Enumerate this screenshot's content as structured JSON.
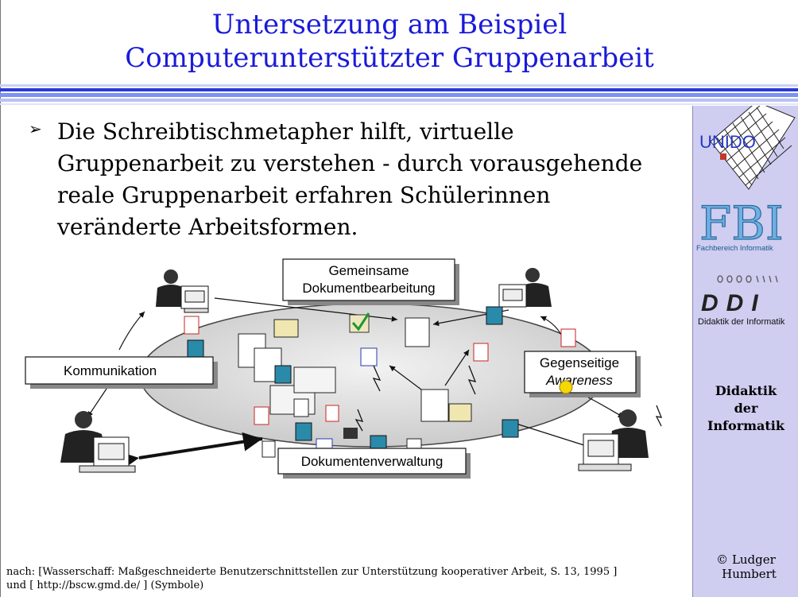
{
  "slide": {
    "title_line1": "Untersetzung am Beispiel",
    "title_line2": "Computerunterstützter Gruppenarbeit",
    "bullet": "Die Schreibtischmetapher hilft, virtuelle Gruppenarbeit zu verstehen - durch vorausgehende reale Gruppenarbeit erfahren Schülerinnen veränderte Arbeitsformen.",
    "source_line1": "nach: [Wasserschaff: Maßgeschneiderte Benutzerschnittstellen zur Unterstützung kooperativer Arbeit, S. 13, 1995 ]",
    "source_line2": "und [ http://bscw.gmd.de/ ] (Symbole)"
  },
  "diagram": {
    "box_shared_editing_line1": "Gemeinsame",
    "box_shared_editing_line2": "Dokumentbearbeitung",
    "box_communication": "Kommunikation",
    "box_awareness_line1": "Gegenseitige",
    "box_awareness_line2": "Awareness",
    "box_document_management": "Dokumentenverwaltung"
  },
  "sidebar": {
    "logo_unido": "UNIDO",
    "logo_fbi": "FBI",
    "logo_fbi_sub": "Fachbereich Informatik",
    "logo_ddi": "DDI",
    "logo_ddi_sub": "Didaktik der Informatik",
    "chair_line1": "Didaktik",
    "chair_line2": "der",
    "chair_line3": "Informatik",
    "author_line1": "© Ludger",
    "author_line2": "Humbert"
  },
  "colors": {
    "title": "#1a1ad8",
    "sidebar_bg": "#cfcdf0",
    "rule_dark": "#2020c8",
    "rule_light": "#9aa8f0"
  }
}
